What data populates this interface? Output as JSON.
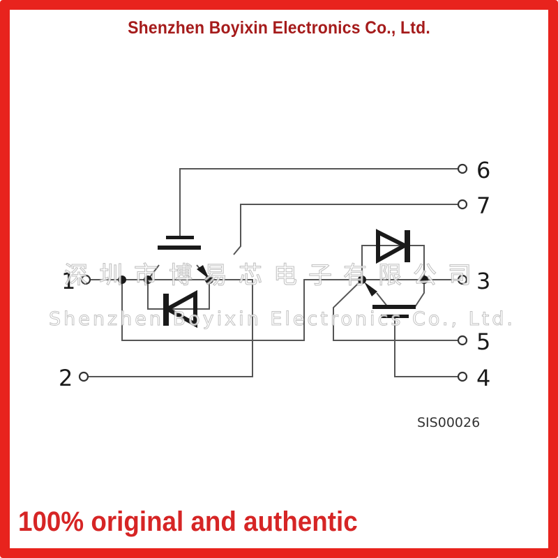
{
  "header": {
    "title": "Shenzhen Boyixin Electronics Co., Ltd."
  },
  "footer": {
    "slogan": "100% original and authentic"
  },
  "watermark": {
    "chinese": "深圳市博易芯电子有限公司",
    "english": "Shenzhen Boyixin Electronics Co., Ltd."
  },
  "diagram": {
    "pins": [
      "1",
      "2",
      "3",
      "4",
      "5",
      "6",
      "7"
    ],
    "reference_code": "SIS00026"
  },
  "colors": {
    "frame": "#e8231d",
    "header_text": "#a51b1b",
    "footer_text": "#d62525",
    "wire": "#555555"
  }
}
